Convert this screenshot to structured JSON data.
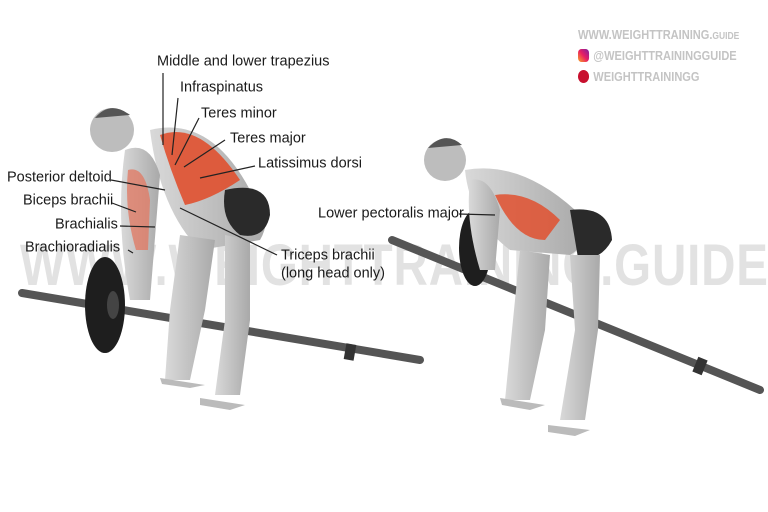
{
  "branding": {
    "website": "WWW.WEIGHTTRAINING.",
    "website_suffix": "GUIDE",
    "instagram_handle": "@WEIGHTTRAININGGUIDE",
    "pinterest_handle": "WEIGHTTRAININGG",
    "watermark": "WWW.WEIGHTTRAINING.GUIDE",
    "icons": [
      "instagram-icon",
      "pinterest-icon"
    ]
  },
  "colors": {
    "muscle_highlight": "#e0502f",
    "label_text": "#1a1a1a",
    "brand_text": "#c4c4c4"
  },
  "left_figure_labels": {
    "trapezius": "Middle and lower trapezius",
    "infraspinatus": "Infraspinatus",
    "teres_minor": "Teres minor",
    "teres_major": "Teres major",
    "latissimus": "Latissimus dorsi",
    "posterior_deltoid": "Posterior deltoid",
    "biceps": "Biceps brachii",
    "brachialis": "Brachialis",
    "brachioradialis": "Brachioradialis",
    "triceps_line1": "Triceps brachii",
    "triceps_line2": "(long head only)"
  },
  "right_figure_labels": {
    "pectoralis": "Lower pectoralis major"
  }
}
